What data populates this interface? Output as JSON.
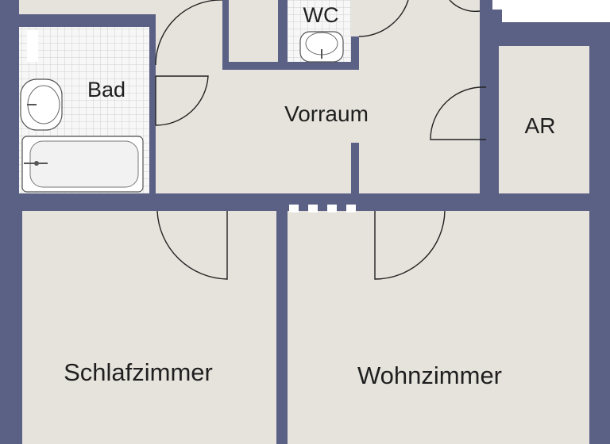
{
  "floorplan": {
    "rooms": [
      {
        "id": "bad",
        "label": "Bad"
      },
      {
        "id": "wc",
        "label": "WC"
      },
      {
        "id": "vorraum",
        "label": "Vorraum"
      },
      {
        "id": "ar",
        "label": "AR"
      },
      {
        "id": "schlafzimmer",
        "label": "Schlafzimmer"
      },
      {
        "id": "wohnzimmer",
        "label": "Wohnzimmer"
      }
    ],
    "colors": {
      "wall": "#5b6185",
      "floor": "#e6e3dc",
      "tile": "#f7f7f7",
      "tile_grid": "#cfcfcf",
      "fixture_fill": "#ffffff",
      "fixture_line": "#555555",
      "door_line": "#222222"
    }
  }
}
